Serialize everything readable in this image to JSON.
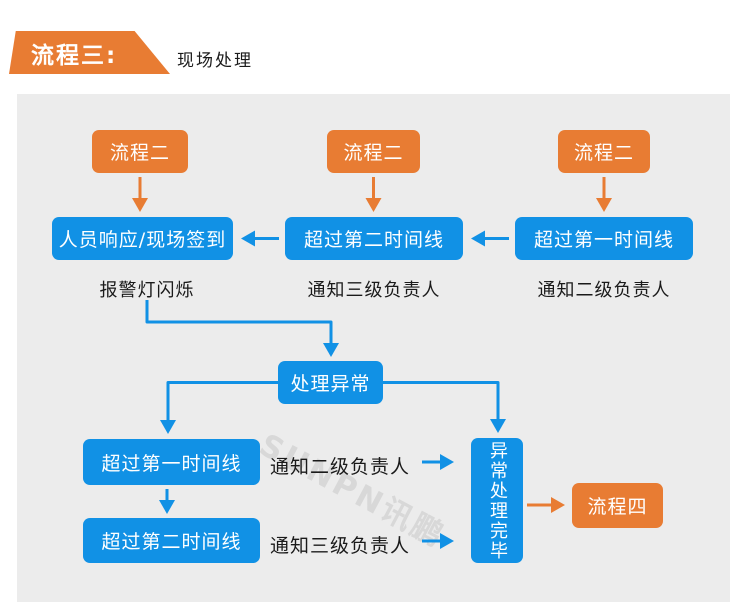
{
  "header": {
    "banner_label": "流程三:",
    "subtitle": "现场处理"
  },
  "watermark": {
    "text": "SUNPN讯鹏"
  },
  "colors": {
    "accent_orange": "#e87c33",
    "accent_blue": "#1191e5",
    "panel_background": "#ececec",
    "label_text": "#1a1a1a",
    "node_text": "#ffffff"
  },
  "flow": {
    "start_boxes": [
      "流程二",
      "流程二",
      "流程二"
    ],
    "row1_boxes": [
      "人员响应/现场签到",
      "超过第二时间线",
      "超过第一时间线"
    ],
    "row1_labels": [
      "报警灯闪烁",
      "通知三级负责人",
      "通知二级负责人"
    ],
    "center_box": "处理异常",
    "branch_boxes": [
      "超过第一时间线",
      "超过第二时间线"
    ],
    "branch_labels": [
      "通知二级负责人",
      "通知三级负责人"
    ],
    "complete_box": "异常处理完毕",
    "end_box": "流程四"
  }
}
